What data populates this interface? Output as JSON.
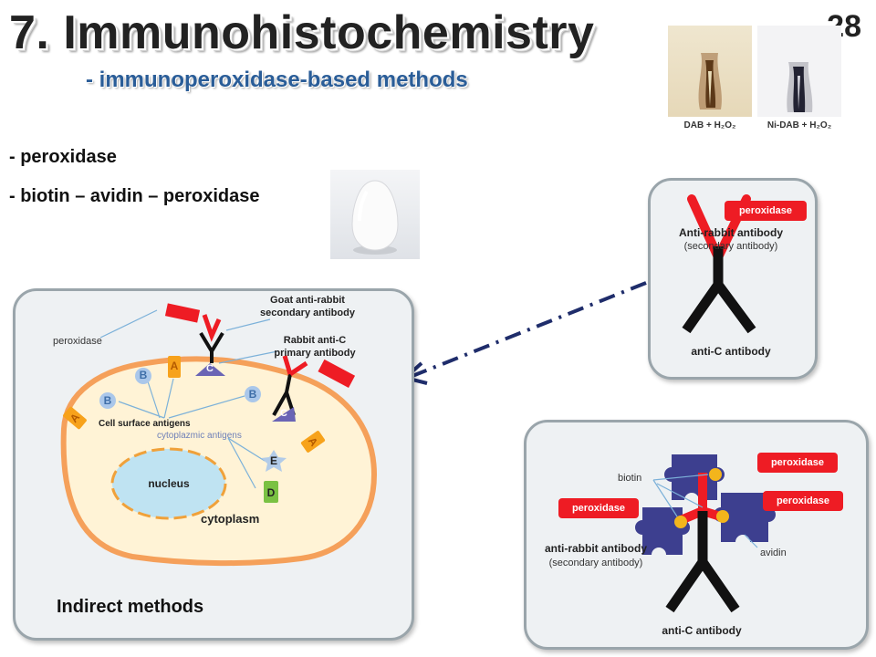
{
  "slide": {
    "title": "7. Immunohistochemistry",
    "subtitle": "- immunoperoxidase-based methods",
    "number": "28"
  },
  "bullets": [
    "- peroxidase",
    "- biotin – avidin – peroxidase"
  ],
  "stain_images": {
    "left_caption": "DAB + H₂O₂",
    "right_caption": "Ni-DAB + H₂O₂"
  },
  "cell_panel": {
    "title": "Indirect methods",
    "peroxidase": "peroxidase",
    "goat_antibody": "Goat anti-rabbit\nsecondary antibody",
    "rabbit_antibody": "Rabbit anti-C\nprimary antibody",
    "cell_surface_antigens": "Cell surface antigens",
    "cytoplasmic_antigens": "cytoplazmic antigens",
    "nucleus": "nucleus",
    "cytoplasm": "cytoplasm",
    "antigen_a": "A",
    "antigen_b": "B",
    "antigen_c": "C",
    "antigen_d": "D",
    "antigen_e": "E"
  },
  "top_right_panel": {
    "peroxidase": "peroxidase",
    "secondary_label": "Anti-rabbit antibody",
    "secondary_sub": "(secondary antibody)",
    "primary_label": "anti-C antibody"
  },
  "bottom_right_panel": {
    "peroxidase": "peroxidase",
    "biotin": "biotin",
    "avidin": "avidin",
    "secondary_label": "anti-rabbit antibody",
    "secondary_sub": "(secondary antibody)",
    "primary_label": "anti-C antibody"
  },
  "colors": {
    "antibody_red": "#ee1c24",
    "antibody_black": "#111111",
    "subtitle_blue": "#2a5d98",
    "antigen_orange": "#f7a21b",
    "antigen_blue": "#aac7ea",
    "antigen_purple": "#6a64b5",
    "antigen_green": "#7ac143",
    "avidin_navy": "#3d3f8f",
    "biotin_yellow": "#f3b51c"
  }
}
